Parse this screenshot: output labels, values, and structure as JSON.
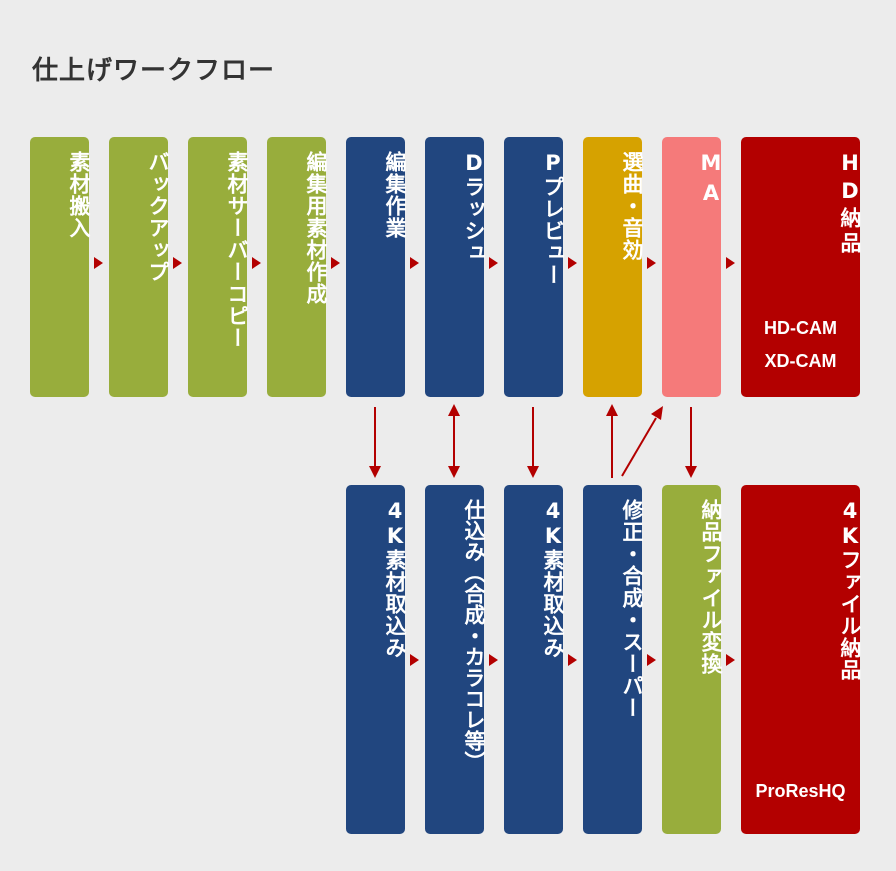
{
  "title": "仕上げワークフロー",
  "colors": {
    "green": "#98ad3c",
    "navy": "#21467f",
    "gold": "#d6a200",
    "pink": "#f57a7a",
    "red": "#b30000",
    "arrow": "#b30000",
    "background": "#ececec"
  },
  "top_row": [
    {
      "label": "素材搬入"
    },
    {
      "label": "バックアップ"
    },
    {
      "label": "素材サーバーコピー"
    },
    {
      "label": "編集用素材作成"
    },
    {
      "label": "編集作業"
    },
    {
      "label": "Dラッシュ"
    },
    {
      "label": "Pプレビュー"
    },
    {
      "label": "選曲・音効"
    },
    {
      "label": "MA"
    },
    {
      "label": "HD納品",
      "sub1": "HD-CAM",
      "sub2": "XD-CAM"
    }
  ],
  "bottom_row": [
    {
      "label": "4K素材取込み"
    },
    {
      "label": "仕込み（合成・カラコレ等）"
    },
    {
      "label": "4K素材取込み"
    },
    {
      "label": "修正・合成・スーパー"
    },
    {
      "label": "納品ファイル変換"
    },
    {
      "label": "4Kファイル納品",
      "sub1": "ProResHQ"
    }
  ]
}
